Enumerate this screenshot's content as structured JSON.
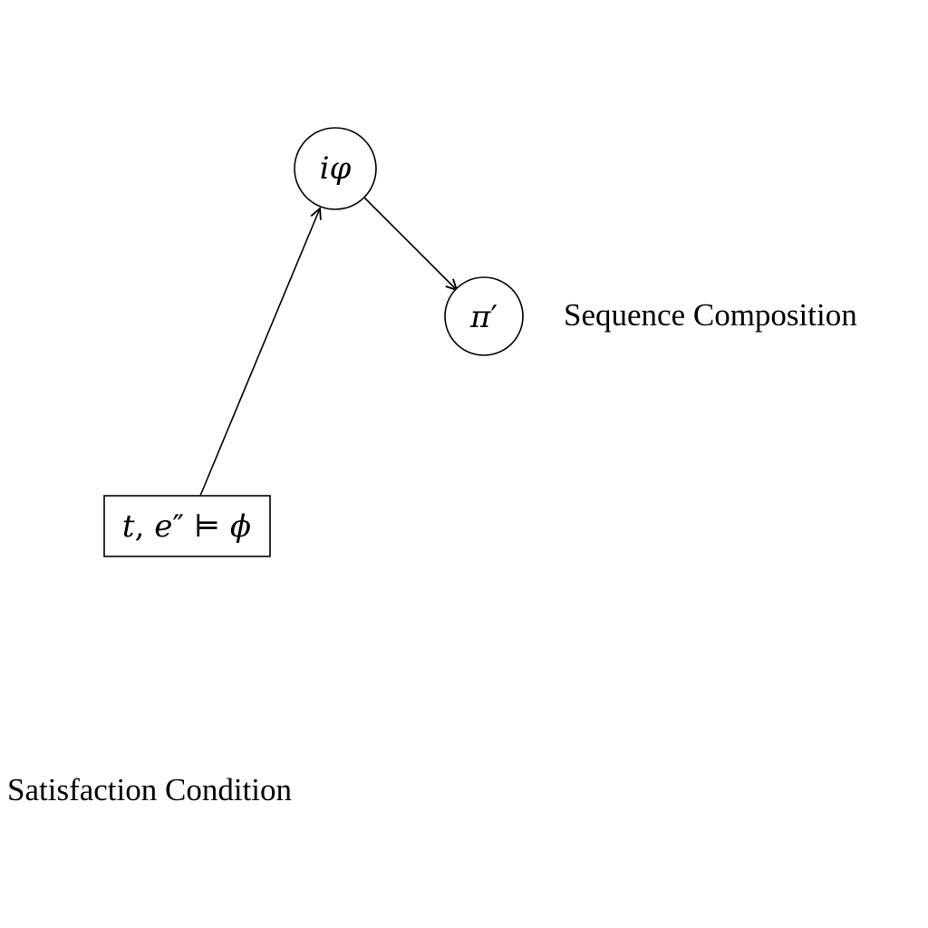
{
  "nodes": {
    "top": {
      "var": "i",
      "symbol": "φ"
    },
    "right": {
      "symbol": "π",
      "prime": "′"
    },
    "box": {
      "t": "t",
      "comma": ", ",
      "e": "e",
      "primes": "″",
      "models": " ⊨ ",
      "phi": "ϕ"
    }
  },
  "labels": {
    "sequence": "Sequence Composition",
    "satisfaction": "Satisfaction Condition"
  },
  "colors": {
    "stroke": "#000000",
    "background": "#ffffff"
  }
}
